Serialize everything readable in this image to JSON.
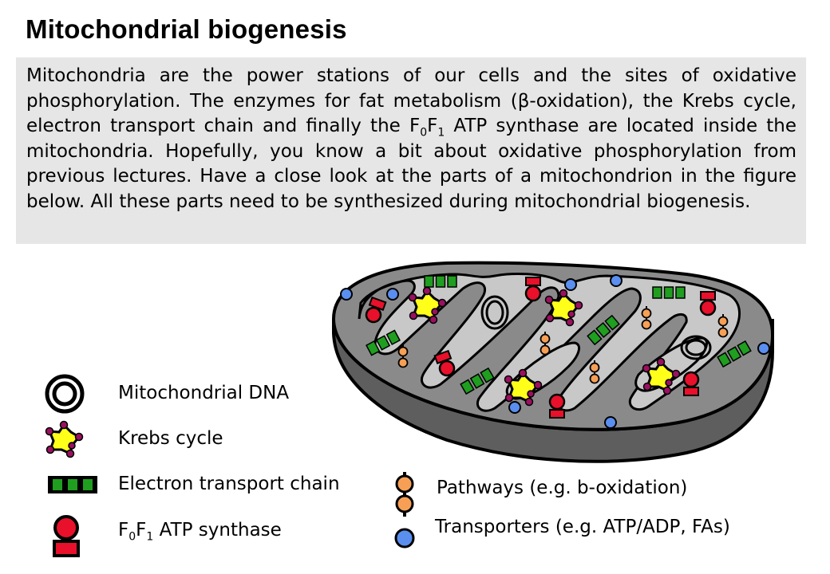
{
  "title": "Mitochondrial biogenesis",
  "intro": {
    "part1": "Mitochondria are the power stations of our cells and the sites of oxidative phosphorylation. The enzymes for fat metabolism (",
    "beta": "β",
    "part2": "-oxidation), the Krebs cycle, electron transport chain and finally the F",
    "sub0": "0",
    "f1": "F",
    "sub1": "1",
    "part3": " ATP synthase are located inside the mitochondria. Hopefully, you know a bit about oxidative phosphorylation from previous lectures. Have a close look at the parts of a mitochondrion in the figure below. All these parts need to be synthesized during mitochondrial biogenesis."
  },
  "legend": {
    "dna": "Mitochondrial DNA",
    "krebs": "Krebs cycle",
    "etc": "Electron transport chain",
    "atp": {
      "f0": "F",
      "sub0": "0",
      "f1": "F",
      "sub1": "1",
      "rest": " ATP synthase"
    },
    "pathways": "Pathways (e.g. b-oxidation)",
    "transporters": "Transporters (e.g. ATP/ADP, FAs)"
  },
  "colors": {
    "outer_membrane": "#8a8a8a",
    "outer_side": "#5e5e5e",
    "matrix": "#c8c8c8",
    "etc_green": "#1f9e1f",
    "krebs_yellow": "#ffff1a",
    "krebs_dot": "#9a1060",
    "atp_red": "#e8102a",
    "pathway_orange": "#f7a055",
    "transporter_blue": "#5a8ff0",
    "intro_bg": "#e6e6e6"
  },
  "icons": [
    "mtdna-icon",
    "krebs-cycle-icon",
    "etc-icon",
    "atp-synthase-icon",
    "pathway-icon",
    "transporter-icon"
  ]
}
